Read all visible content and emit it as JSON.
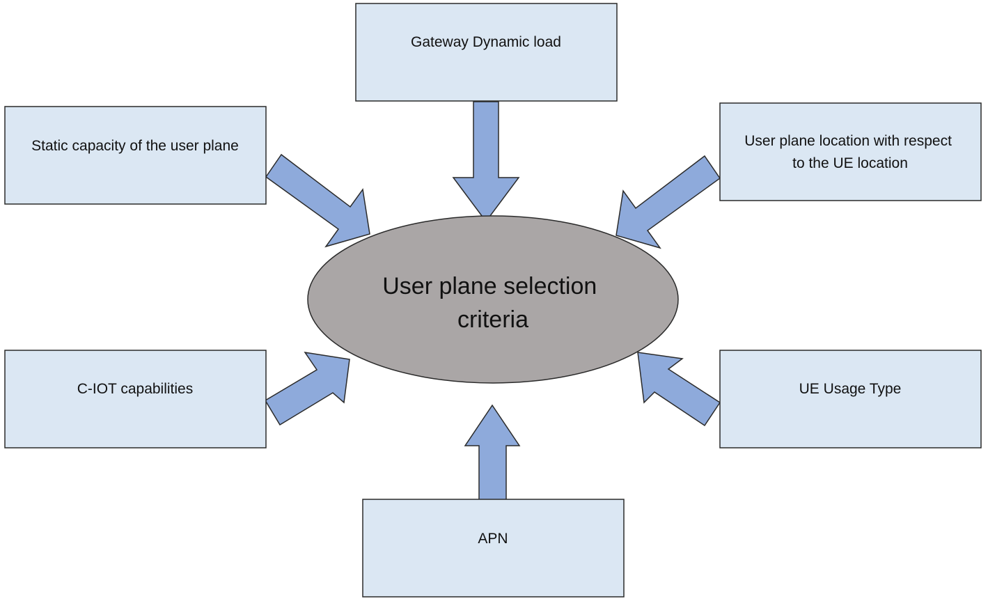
{
  "center": {
    "lines": [
      "User plane selection",
      "criteria"
    ]
  },
  "criteria": {
    "gateway_dynamic_load": {
      "lines": [
        "Gateway Dynamic load"
      ]
    },
    "static_capacity": {
      "lines": [
        "Static capacity of the user plane"
      ]
    },
    "user_plane_location": {
      "lines": [
        "User plane location with respect",
        "to the UE location"
      ]
    },
    "ciot_capabilities": {
      "lines": [
        "C-IOT capabilities"
      ]
    },
    "ue_usage_type": {
      "lines": [
        "UE Usage Type"
      ]
    },
    "apn": {
      "lines": [
        "APN"
      ]
    }
  },
  "colors": {
    "box_fill": "#dbe7f3",
    "box_stroke": "#2a2a2a",
    "arrow_fill": "#8eaadb",
    "arrow_stroke": "#2a2a2a",
    "ellipse_fill": "#aaa6a6",
    "ellipse_stroke": "#2a2a2a"
  }
}
